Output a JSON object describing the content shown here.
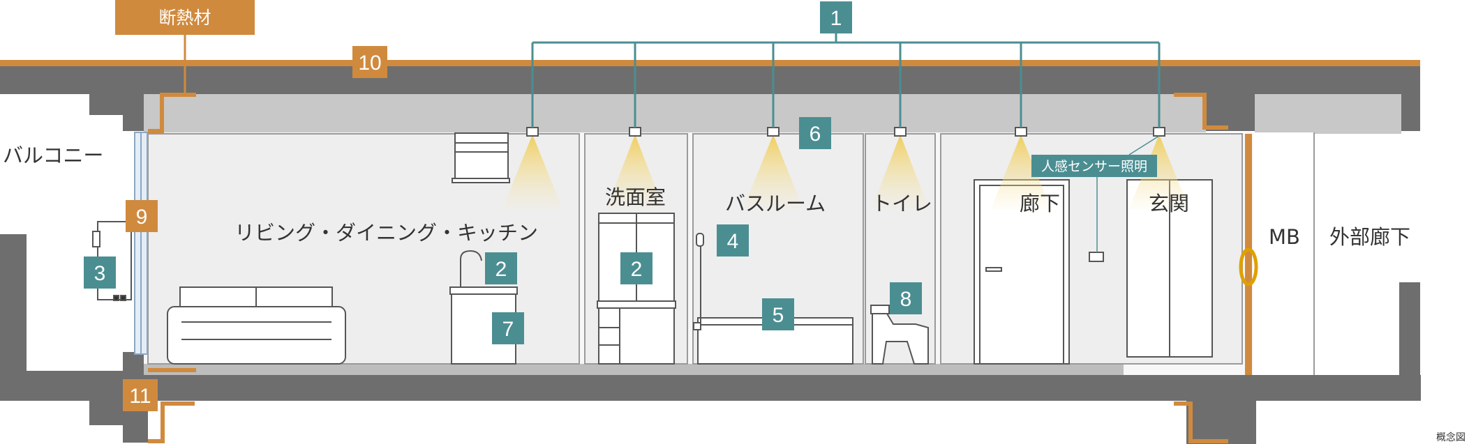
{
  "rooms": {
    "balcony": "バルコニー",
    "ldk": "リビング・ダイニング・キッチン",
    "washroom": "洗面室",
    "bathroom": "バスルーム",
    "toilet": "トイレ",
    "hallway": "廊下",
    "entrance": "玄関",
    "mb": "MB",
    "outer_corridor": "外部廊下"
  },
  "labels": {
    "insulation": "断熱材",
    "sensor_light": "人感センサー照明",
    "concept_note": "概念図"
  },
  "numbers": {
    "n1": "1",
    "n2a": "2",
    "n2b": "2",
    "n3": "3",
    "n4": "4",
    "n5": "5",
    "n6": "6",
    "n7": "7",
    "n8": "8",
    "n9": "9",
    "n10": "10",
    "n11": "11"
  },
  "colors": {
    "teal_badge": "#4b8e92",
    "orange_badge": "#d08a3e",
    "concrete": "#6e6e6e",
    "interior": "#f0f0f0",
    "ceiling_void": "#c8c8c8",
    "insulation": "#d08a3e",
    "light_beam": "#f2d680"
  },
  "icons": {
    "light_fixture": "ceiling-downlight-icon",
    "motion_sensor": "motion-sensor-icon"
  }
}
